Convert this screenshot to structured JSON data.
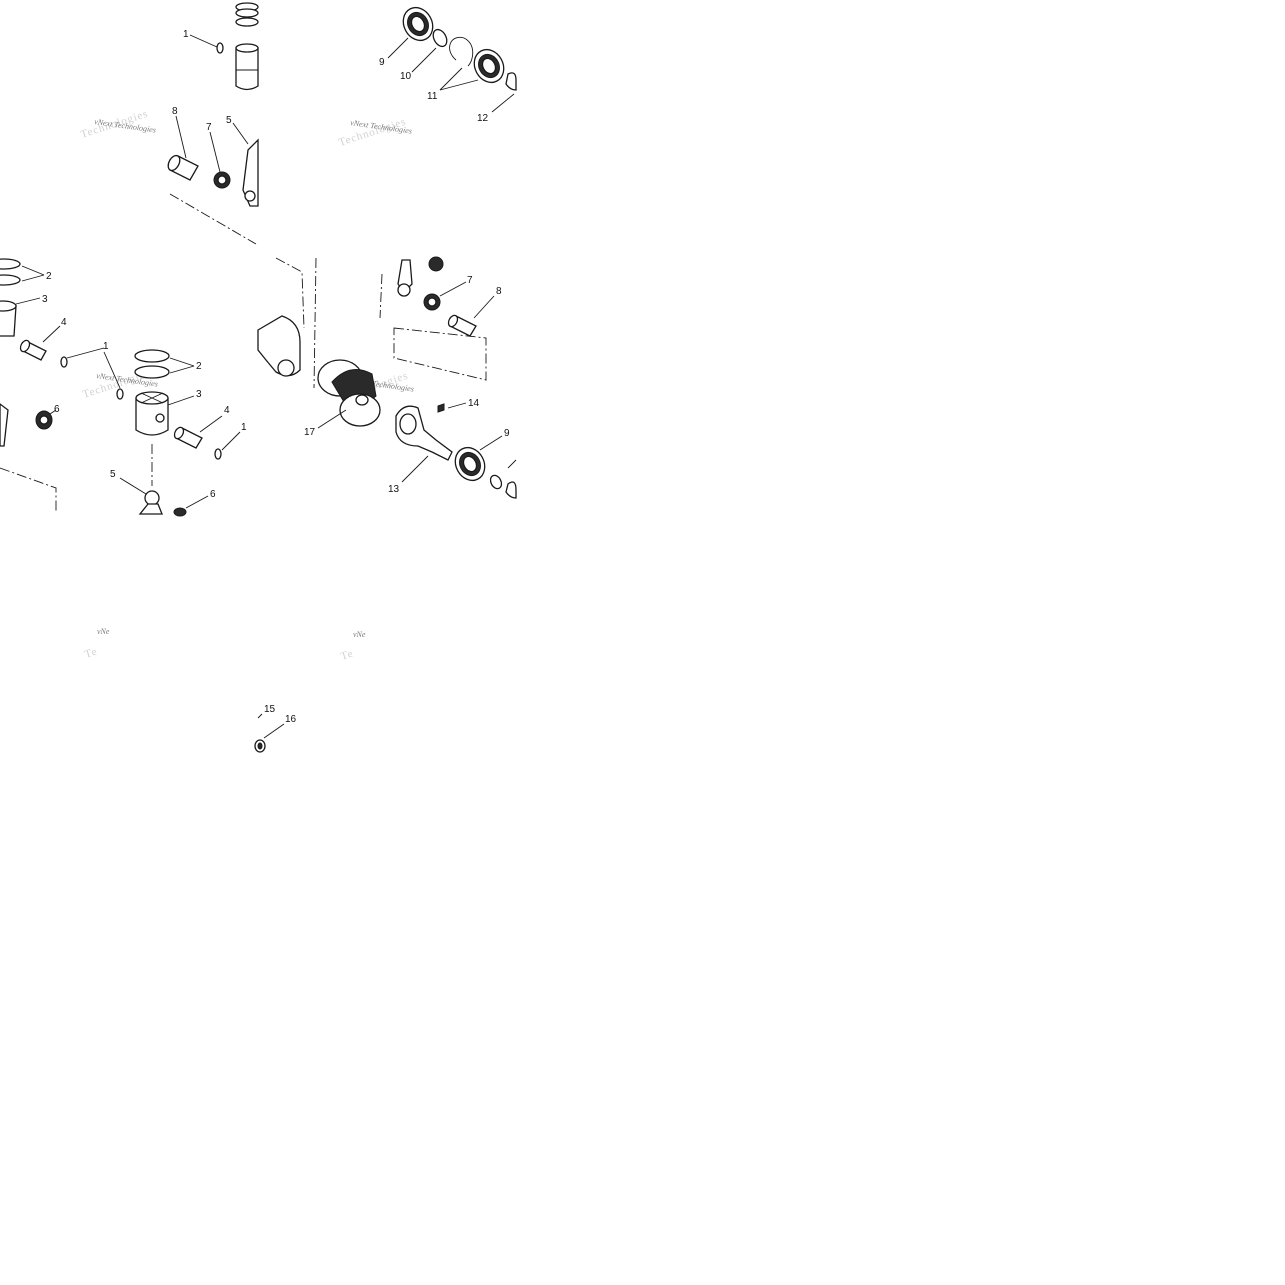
{
  "diagram": {
    "callouts": {
      "tl_1": "1",
      "tl_8": "8",
      "tl_7": "7",
      "tl_5": "5",
      "tr_9": "9",
      "tr_10": "10",
      "tr_11": "11",
      "tr_12": "12",
      "ml_2": "2",
      "ml_3": "3",
      "ml_4": "4",
      "ml_1": "1",
      "ml_6": "6",
      "mc_2": "2",
      "mc_3": "3",
      "mc_4": "4",
      "mc_1": "1",
      "mc_5": "5",
      "mc_6": "6",
      "mr_7": "7",
      "mr_8": "8",
      "mr_14": "14",
      "mr_9": "9",
      "mr_17": "17",
      "mr_13": "13",
      "b_15": "15",
      "b_16": "16"
    },
    "watermarks": {
      "w1": "vNext Technologies",
      "w2": "vNext Technologies",
      "w3": "vNext Technologies",
      "w4": "vNext Technologies",
      "w5": "vNe",
      "w6": "vNe"
    }
  }
}
